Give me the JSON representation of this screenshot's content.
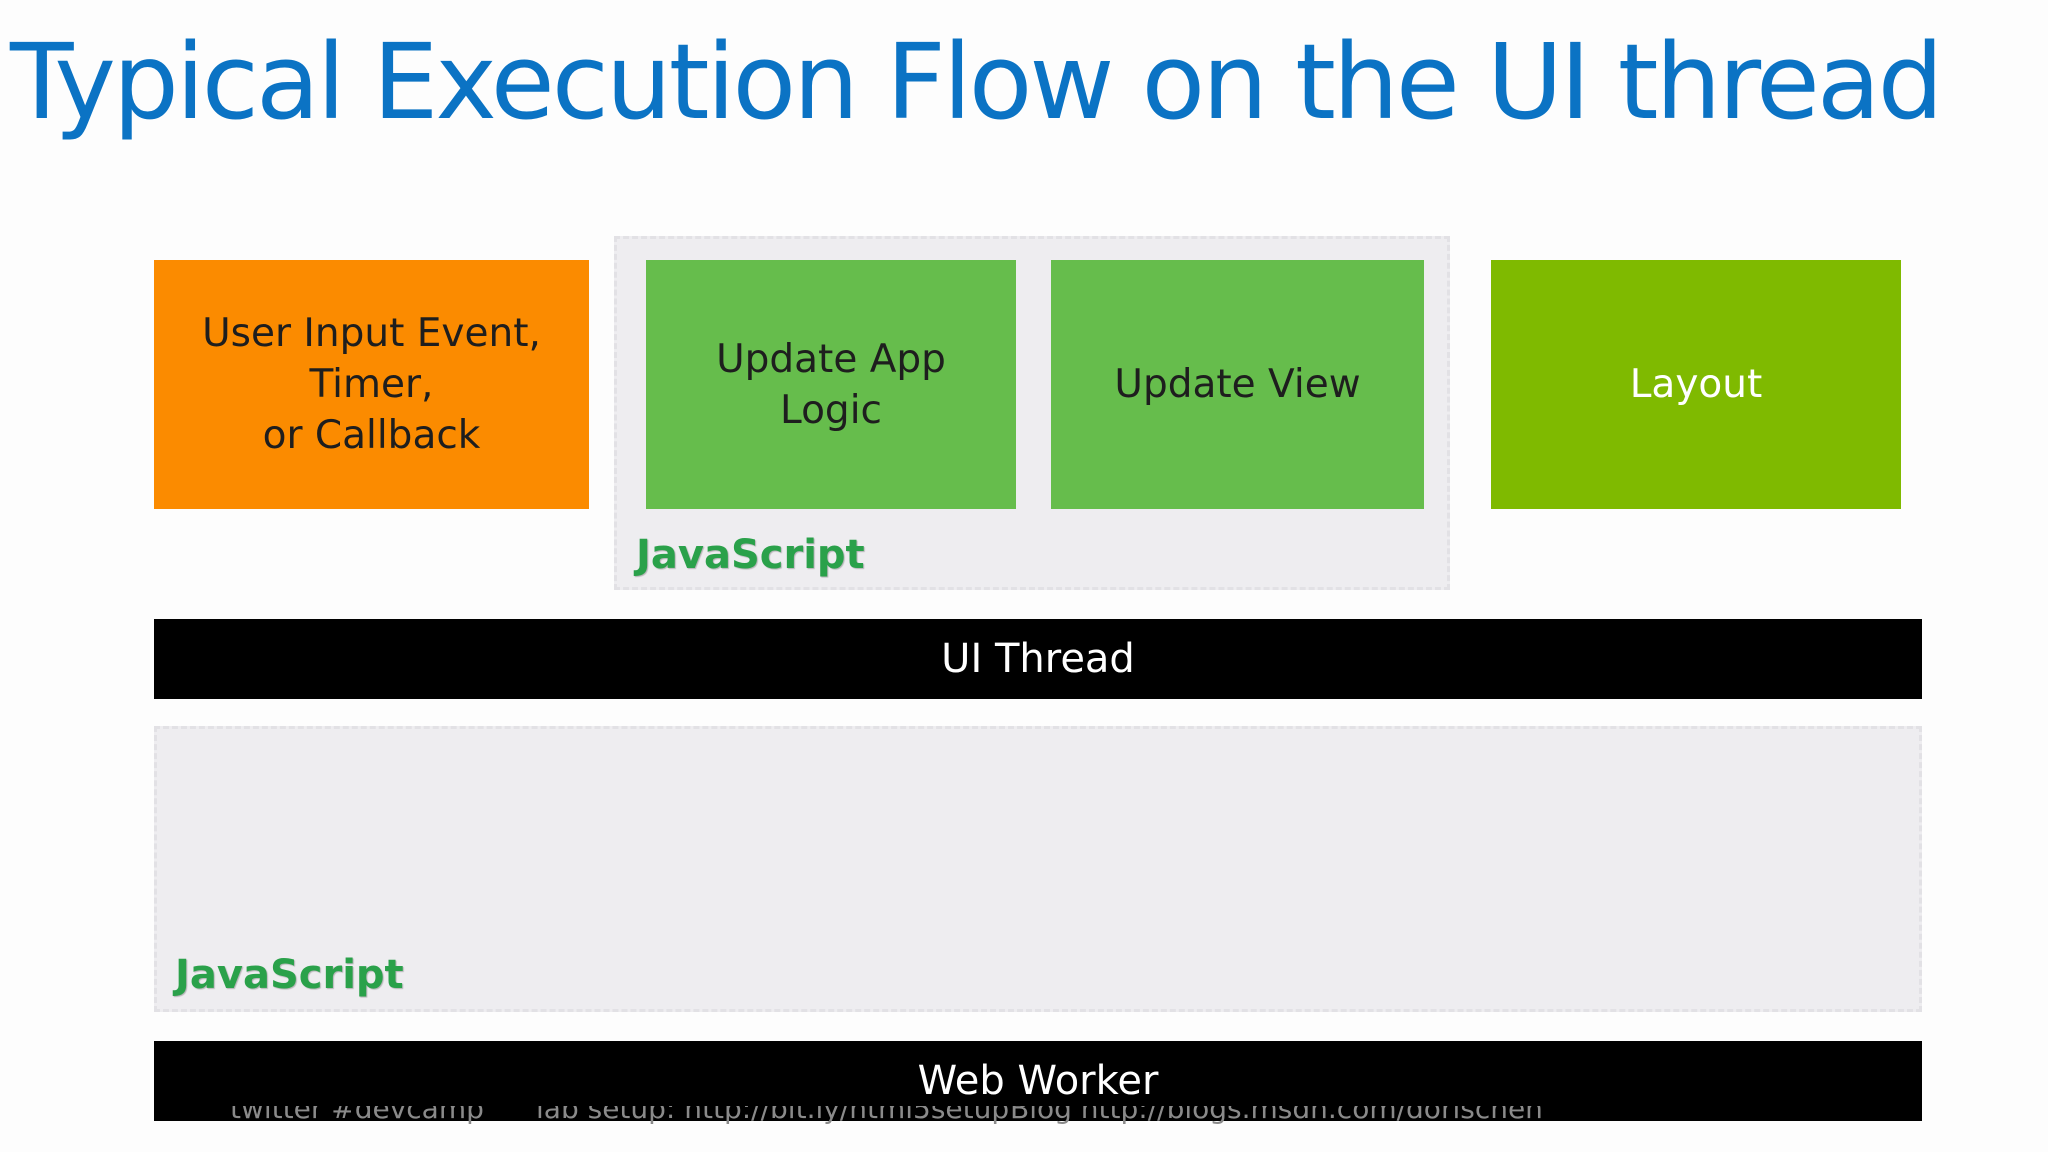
{
  "slide": {
    "title": "Typical Execution Flow on the UI thread"
  },
  "diagram": {
    "steps": [
      {
        "label": "User Input Event,\nTimer,\nor Callback",
        "color": "#fb8b00"
      },
      {
        "label": "Update App\nLogic",
        "color": "#66bd4c"
      },
      {
        "label": "Update View",
        "color": "#66bd4c"
      },
      {
        "label": "Layout",
        "color": "#7fba00"
      }
    ],
    "javascript_label_top": "JavaScript",
    "javascript_label_bottom": "JavaScript",
    "ui_thread_label": "UI Thread",
    "web_worker_label": "Web Worker"
  },
  "footer": {
    "twitter": "twitter #devcamp",
    "lab_setup": "lab setup: http://bit.ly/html5setup",
    "blog": "Blog http://blogs.msdn.com/dorischen"
  },
  "colors": {
    "title": "#0b73c4",
    "javascript_label": "#2aa14a",
    "panel_background": "#eeedf0",
    "bar_background": "#000000"
  }
}
